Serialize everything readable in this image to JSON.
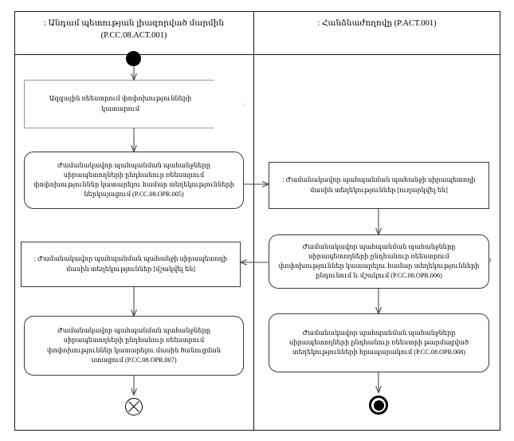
{
  "diagram": {
    "type": "uml-activity-diagram",
    "lanes": [
      {
        "id": "lane-left",
        "title": ": Անդամ պետության լիազորված մարմին (P.CC.08.ACT.001)"
      },
      {
        "id": "lane-right",
        "title": ": Հանձնաժողովը (P.ACT.001)"
      }
    ],
    "nodes": {
      "initial": {
        "kind": "initial-node",
        "label": ""
      },
      "signal_receive": {
        "kind": "signal-receive",
        "label": "Ազգային ռեեստրում փոփոխությունների կատարում"
      },
      "action_opr005": {
        "kind": "action",
        "label": "Ժամանակավոր պահպանման պահանջները սիրապետողների ընդհանուր ռեեստրում փոփոխություններ կատարելու համար տեղեկությունների ներկայացում (P.CC.08.OPR.005)"
      },
      "object_sent": {
        "kind": "object-node",
        "label": ": Ժամանակավոր պահպանման պահանջի սիրապետողի մասին տեղեկություններ [ուղարկվել են]"
      },
      "action_opr006": {
        "kind": "action",
        "label": "Ժամանակավոր պահպանման պահանջները սիրապետողների ընդհանուր ռեեստրում փոփոխություններ կատարելու համար տեղեկությունների ընդունում և մշակում (P.CC.08.OPR.006)"
      },
      "object_processed": {
        "kind": "object-node",
        "label": ": Ժամանակավոր պահպանման պահանջի սիրապետողի մասին տեղեկություններ [մշակվել են]"
      },
      "action_opr007": {
        "kind": "action",
        "label": "Ժամանակավոր պահպանման պահանջները սիրապետողների ընդհանուր ռեեստրում փոփոխություններ կատարելու մասին ծանուցման ստացում (P.CC.08.OPR.007)"
      },
      "action_opr008": {
        "kind": "action",
        "label": "Ժամանակավոր պահպանման պահանջները սիրապետողների ընդհանուր ռեեստրի թարմացված տեղեկությունների հրապարակում (P.CC.08.OPR.008)"
      },
      "flow_final": {
        "kind": "flow-final-node",
        "label": ""
      },
      "activity_final": {
        "kind": "activity-final-node",
        "label": ""
      }
    },
    "artifacts": {
      "mark_right": "3"
    },
    "colors": {
      "frame_stroke": "#1a1a1a",
      "node_stroke": "#3a3a3a",
      "edge_stroke": "#4a4a4a",
      "fill": "#ffffff",
      "text": "#000000"
    }
  }
}
